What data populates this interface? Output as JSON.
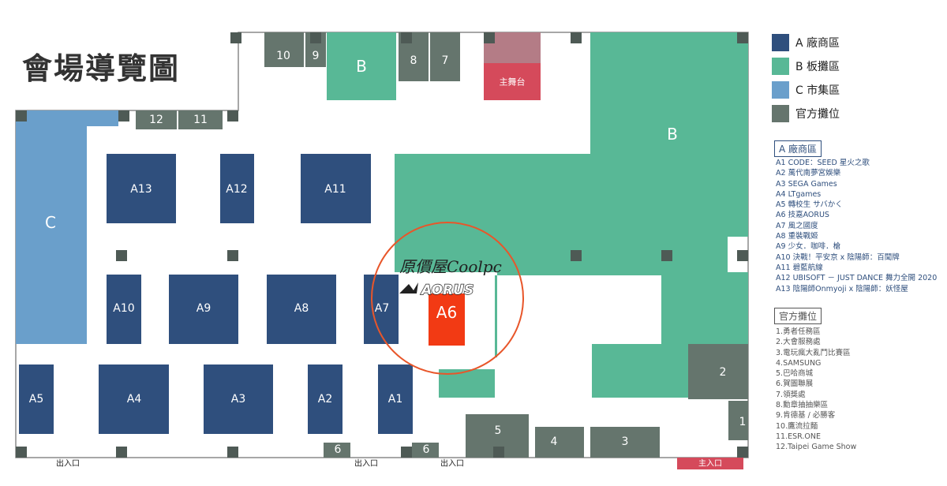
{
  "title": "會場導覽圖",
  "colors": {
    "vendor": "#2f4f7d",
    "board_game": "#58b896",
    "market": "#6a9fcb",
    "official": "#65756d",
    "stage": "#d54a5b",
    "highlight": "#f23a14",
    "circle": "#e8562a"
  },
  "legend": [
    {
      "key": "vendor",
      "label": "A 廠商區"
    },
    {
      "key": "board_game",
      "label": "B 板攤區"
    },
    {
      "key": "market",
      "label": "C 市集區"
    },
    {
      "key": "official",
      "label": "官方攤位"
    }
  ],
  "vendor_section": {
    "header": "A 廠商區",
    "items": [
      "A1 CODE：SEED 星火之歌",
      "A2 萬代南夢宮娛樂",
      "A3 SEGA Games",
      "A4 LTgames",
      "A5 轉校生 サバかく",
      "A6 技嘉AORUS",
      "A7 風之國度",
      "A8 重裝戰姬",
      "A9 少女．咖啡．槍",
      "A10 決戰！平安京 x 陰陽師：百聞牌",
      "A11 碧藍航線",
      "A12 UBISOFT － JUST DANCE 舞力全開 2020",
      "A13 陰陽師Onmyoji x 陰陽師：妖怪屋"
    ]
  },
  "official_section": {
    "header": "官方攤位",
    "items": [
      "1.勇者任務區",
      "2.大會服務處",
      "3.電玩瘋大亂鬥比賽區",
      "4.SAMSUNG",
      "5.巴哈商城",
      "6.賀圖聯展",
      "7.領獎處",
      "8.勳章抽抽樂區",
      "9.肯德基 / 必勝客",
      "10.鷹流拉麵",
      "11.ESR.ONE",
      "12.Taipei Game Show"
    ]
  },
  "map": {
    "zones": {
      "a1": "A1",
      "a2": "A2",
      "a3": "A3",
      "a4": "A4",
      "a5": "A5",
      "a6": "A6",
      "a7": "A7",
      "a8": "A8",
      "a9": "A9",
      "a10": "A10",
      "a11": "A11",
      "a12": "A12",
      "a13": "A13",
      "b_top": "B",
      "b_right": "B",
      "b_center": "B",
      "c": "C",
      "o1": "1",
      "o2": "2",
      "o3": "3",
      "o4": "4",
      "o5": "5",
      "o6_left": "6",
      "o6_right": "6",
      "o7": "7",
      "o8": "8",
      "o9": "9",
      "o10": "10",
      "o11": "11",
      "o12": "12",
      "stage": "主舞台"
    },
    "entrances": {
      "left": "出入口",
      "mid": "出入口",
      "right": "出入口",
      "main": "主入口"
    },
    "sponsor": {
      "coolpc": "原價屋Coolpc",
      "aorus": "AORUS"
    }
  }
}
